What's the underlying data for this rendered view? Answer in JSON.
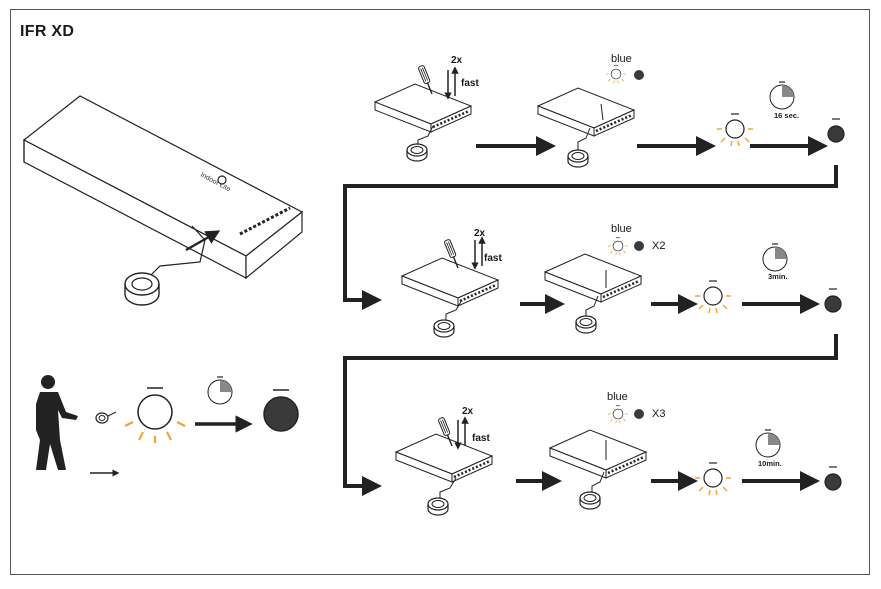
{
  "title": "IFR XD",
  "colors": {
    "lamp_glow": "#f2a33a",
    "off_lamp": "#3a3a3a",
    "line": "#222222"
  },
  "icons": [
    "controller-device",
    "sensor-icon",
    "screwdriver-icon",
    "lamp-on-icon",
    "lamp-off-icon",
    "timer-icon",
    "person-icon"
  ],
  "steps": [
    {
      "press_count": "2x",
      "press_speed": "fast",
      "led_color": "blue",
      "blink": "",
      "timer": "16 sec."
    },
    {
      "press_count": "2x",
      "press_speed": "fast",
      "led_color": "blue",
      "blink": "X2",
      "timer": "3min."
    },
    {
      "press_count": "2x",
      "press_speed": "fast",
      "led_color": "blue",
      "blink": "X3",
      "timer": "10min."
    }
  ]
}
